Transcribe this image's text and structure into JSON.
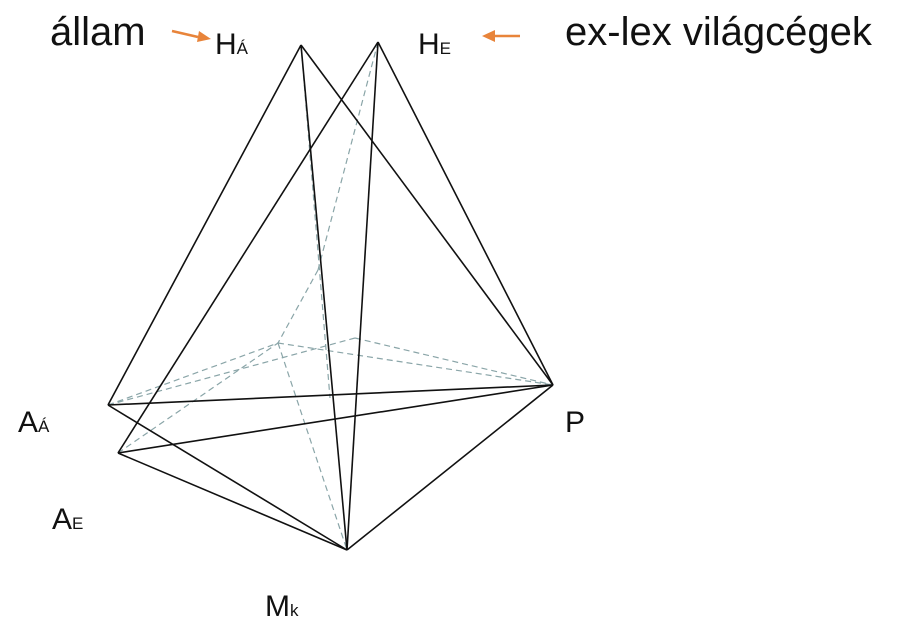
{
  "annotations": {
    "left": "állam",
    "right": "ex-lex világcégek"
  },
  "vertices": {
    "ha": {
      "base": "H",
      "sub": "Á"
    },
    "he": {
      "base": "H",
      "sub": "E"
    },
    "aa": {
      "base": "A",
      "sub": "Á"
    },
    "ae": {
      "base": "A",
      "sub": "E"
    },
    "p": {
      "base": "P"
    },
    "mk": {
      "base": "M",
      "sub": "k"
    }
  },
  "colors": {
    "edge": "#111111",
    "hidden_edge": "#8aa5a8",
    "arrow": "#e8843a"
  }
}
